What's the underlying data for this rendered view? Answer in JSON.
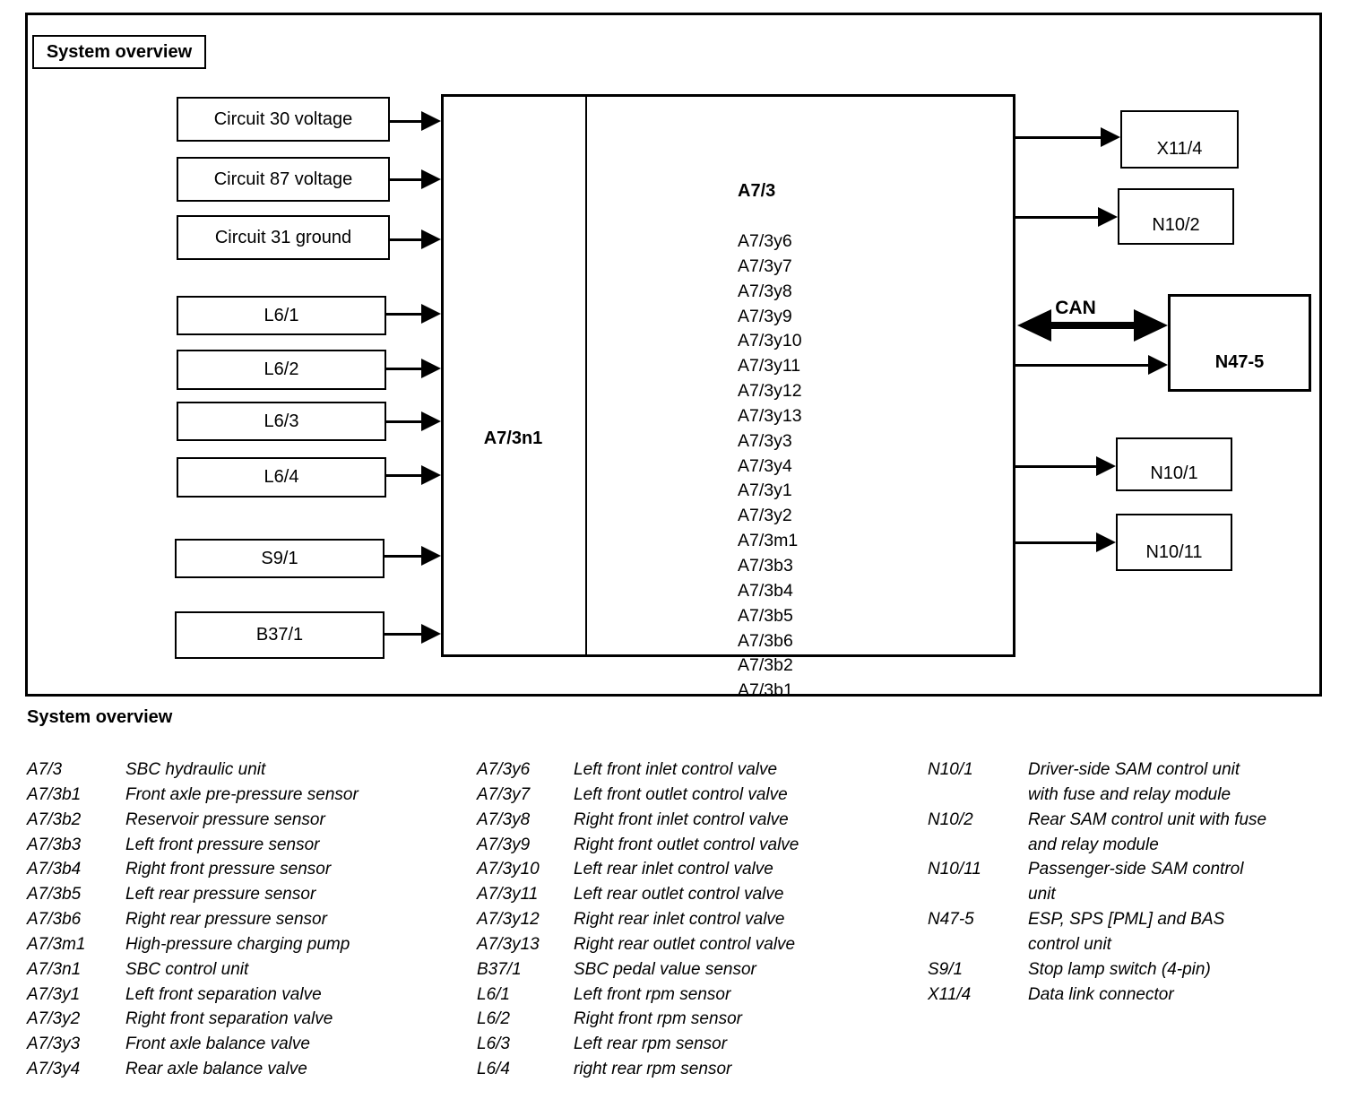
{
  "diagram": {
    "title_box": "System overview",
    "inputs": [
      {
        "label": "Circuit 30 voltage"
      },
      {
        "label": "Circuit 87 voltage"
      },
      {
        "label": "Circuit 31 ground"
      },
      {
        "label": "L6/1"
      },
      {
        "label": "L6/2"
      },
      {
        "label": "L6/3"
      },
      {
        "label": "L6/4"
      },
      {
        "label": "S9/1"
      },
      {
        "label": "B37/1"
      }
    ],
    "central": {
      "control_unit_label": "A7/3n1",
      "unit_title": "A7/3",
      "components": [
        "A7/3y6",
        "A7/3y7",
        "A7/3y8",
        "A7/3y9",
        "A7/3y10",
        "A7/3y11",
        "A7/3y12",
        "A7/3y13",
        "A7/3y3",
        "A7/3y4",
        "A7/3y1",
        "A7/3y2",
        "A7/3m1",
        "A7/3b3",
        "A7/3b4",
        "A7/3b5",
        "A7/3b6",
        "A7/3b2",
        "A7/3b1"
      ]
    },
    "bus_label": "CAN",
    "outputs": [
      {
        "label": "X11/4"
      },
      {
        "label": "N10/2"
      },
      {
        "label": "N47-5"
      },
      {
        "label": "N10/1"
      },
      {
        "label": "N10/11"
      }
    ]
  },
  "legend": {
    "heading": "System overview",
    "col1": [
      {
        "code": "A7/3",
        "desc": "SBC hydraulic unit"
      },
      {
        "code": "A7/3b1",
        "desc": "Front axle pre-pressure sensor"
      },
      {
        "code": "A7/3b2",
        "desc": "Reservoir pressure sensor"
      },
      {
        "code": "A7/3b3",
        "desc": "Left front pressure sensor"
      },
      {
        "code": "A7/3b4",
        "desc": "Right front pressure sensor"
      },
      {
        "code": "A7/3b5",
        "desc": "Left rear pressure sensor"
      },
      {
        "code": "A7/3b6",
        "desc": "Right rear pressure sensor"
      },
      {
        "code": "A7/3m1",
        "desc": "High-pressure charging pump"
      },
      {
        "code": "A7/3n1",
        "desc": "SBC control unit"
      },
      {
        "code": "A7/3y1",
        "desc": "Left front separation valve"
      },
      {
        "code": "A7/3y2",
        "desc": "Right front separation valve"
      },
      {
        "code": "A7/3y3",
        "desc": "Front axle balance valve"
      },
      {
        "code": "A7/3y4",
        "desc": "Rear axle balance valve"
      }
    ],
    "col2": [
      {
        "code": "A7/3y6",
        "desc": "Left front inlet control valve"
      },
      {
        "code": "A7/3y7",
        "desc": "Left front outlet control valve"
      },
      {
        "code": "A7/3y8",
        "desc": "Right front inlet control valve"
      },
      {
        "code": "A7/3y9",
        "desc": "Right front outlet control valve"
      },
      {
        "code": "A7/3y10",
        "desc": "Left rear inlet control valve"
      },
      {
        "code": "A7/3y11",
        "desc": "Left rear outlet control valve"
      },
      {
        "code": "A7/3y12",
        "desc": "Right rear inlet control valve"
      },
      {
        "code": "A7/3y13",
        "desc": "Right rear outlet control valve"
      },
      {
        "code": "B37/1",
        "desc": "SBC pedal value sensor"
      },
      {
        "code": "L6/1",
        "desc": "Left front rpm sensor"
      },
      {
        "code": "L6/2",
        "desc": "Right front rpm sensor"
      },
      {
        "code": "L6/3",
        "desc": "Left rear rpm sensor"
      },
      {
        "code": "L6/4",
        "desc": "right rear rpm sensor"
      }
    ],
    "col3": [
      {
        "code": "N10/1",
        "lines": [
          "Driver-side SAM control unit",
          "with fuse and relay module"
        ]
      },
      {
        "code": "N10/2",
        "lines": [
          "Rear SAM control unit with fuse",
          "and relay module"
        ]
      },
      {
        "code": "N10/11",
        "lines": [
          "Passenger-side SAM control",
          "unit"
        ]
      },
      {
        "code": "N47-5",
        "lines": [
          "ESP, SPS [PML] and BAS",
          "control unit"
        ]
      },
      {
        "code": "S9/1",
        "lines": [
          "Stop lamp switch (4-pin)"
        ]
      },
      {
        "code": "X11/4",
        "lines": [
          "Data link connector"
        ]
      }
    ]
  }
}
